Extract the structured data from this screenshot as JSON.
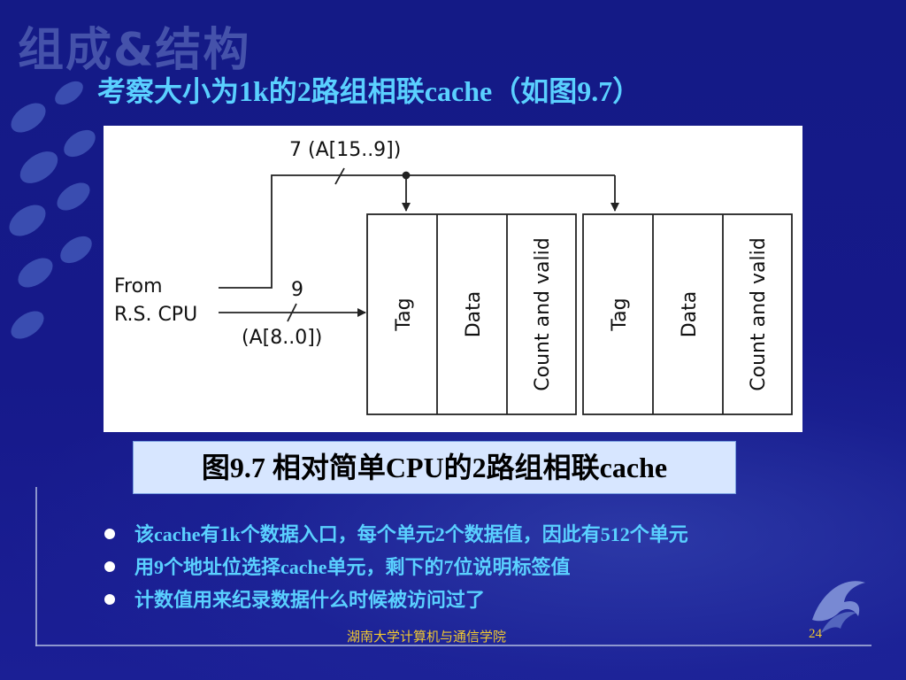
{
  "watermark": "组成&结构",
  "slide": {
    "title": "考察大小为1k的2路组相联cache（如图9.7）"
  },
  "figure": {
    "top_label": "7 (A[15..9])",
    "from_label_line1": "From",
    "from_label_line2": "R.S. CPU",
    "index_width": "9",
    "index_label": "(A[8..0])",
    "ways": [
      {
        "fields": [
          "Tag",
          "Data",
          "Count and valid"
        ]
      },
      {
        "fields": [
          "Tag",
          "Data",
          "Count and valid"
        ]
      }
    ]
  },
  "caption": "图9.7  相对简单CPU的2路组相联cache",
  "bullets": [
    "该cache有1k个数据入口，每个单元2个数据值，因此有512个单元",
    "用9个地址位选择cache单元，剩下的7位说明标签值",
    "计数值用来纪录数据什么时候被访问过了"
  ],
  "footer": {
    "text": "湖南大学计算机与通信学院",
    "page": "24"
  },
  "colors": {
    "background": "#16198a",
    "title": "#5ad0ff",
    "footer": "#f0c830",
    "caption_bg": "#d7e6ff"
  }
}
